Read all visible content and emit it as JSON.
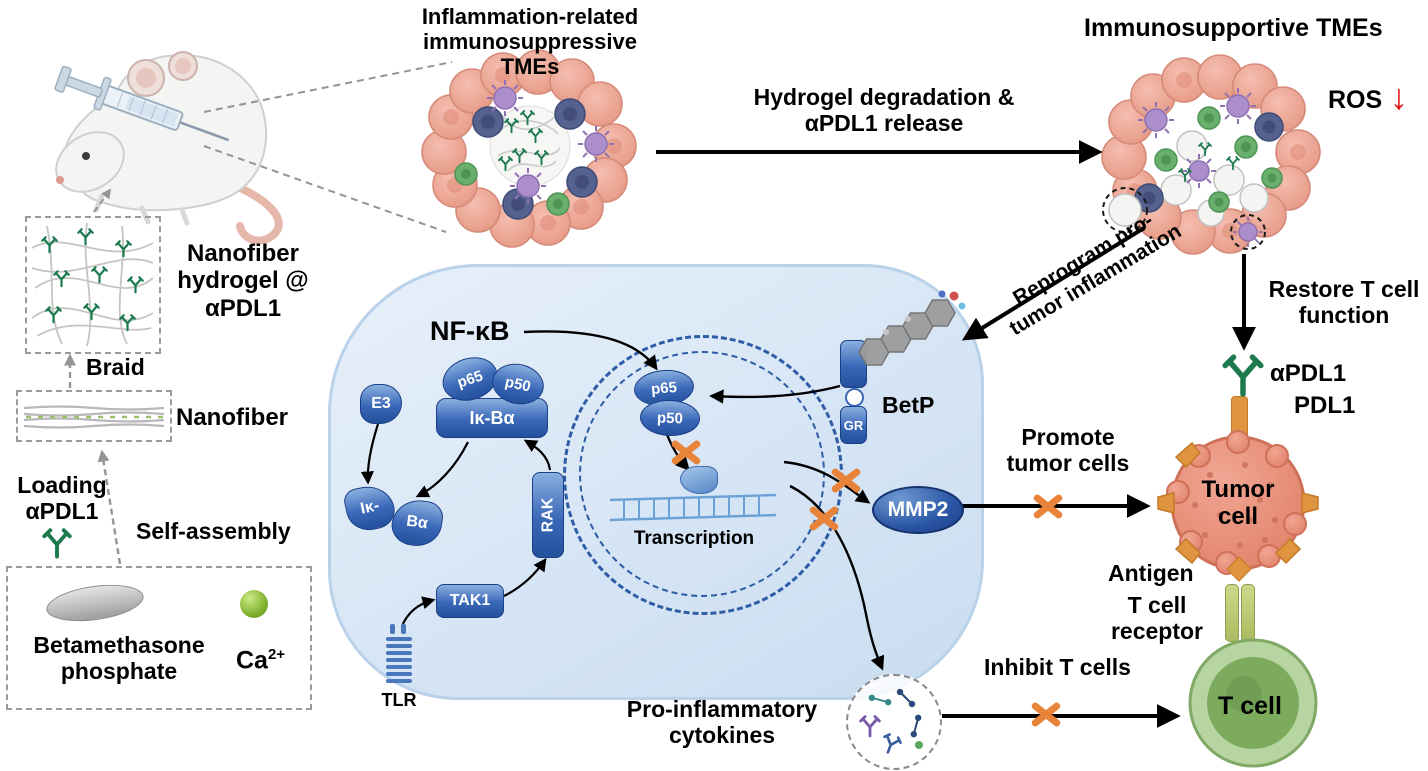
{
  "icons": {
    "block_x": "orange-cross-bars",
    "ros_down": "↓"
  },
  "colors": {
    "antibody_green": "#1e7a4f",
    "node_blue": "#2a56a8",
    "block_orange": "#e8833a",
    "tumor_salmon": "#e58872",
    "tcell_green": "#7cab5e",
    "cell_cytoplasm": "#d8e6f5",
    "ros_red": "#e01010"
  },
  "left_panel": {
    "hydrogel_label": "Nanofiber hydrogel @ αPDL1",
    "braid_label": "Braid",
    "nanofiber_label": "Nanofiber",
    "loading_label": "Loading αPDL1",
    "self_assembly_label": "Self-assembly",
    "betamethasone_label": "Betamethasone phosphate",
    "calcium_base": "Ca",
    "calcium_sup": "2+"
  },
  "top_flow": {
    "inflammation_title": "Inflammation-related immunosuppressive TMEs",
    "degradation_label": "Hydrogel degradation & αPDL1 release",
    "immunosupportive_title": "Immunosupportive TMEs",
    "ros_label": "ROS"
  },
  "pathway": {
    "nfkb": "NF-κB",
    "p65": "p65",
    "p50": "p50",
    "ikb_alpha": "Iκ-Bα",
    "e3": "E3",
    "ik_fragment": "Iκ-",
    "ba_fragment": "Bα",
    "rak": "RAK",
    "tak1": "TAK1",
    "tlr": "TLR",
    "transcription": "Transcription",
    "betp": "BetP",
    "gr": "GR",
    "mmp2": "MMP2"
  },
  "right_flow": {
    "reprogram_label": "Reprogram pro-tumor inflammation",
    "restore_label": "Restore T cell function",
    "promote_label": "Promote tumor cells",
    "apdl1_label": "αPDL1",
    "pdl1_label": "PDL1",
    "tumor_cell_label": "Tumor cell",
    "antigen_label": "Antigen",
    "tcr_label": "T cell receptor",
    "tcell_label": "T cell",
    "inhibit_label": "Inhibit T cells",
    "cytokines_label": "Pro-inflammatory cytokines"
  }
}
